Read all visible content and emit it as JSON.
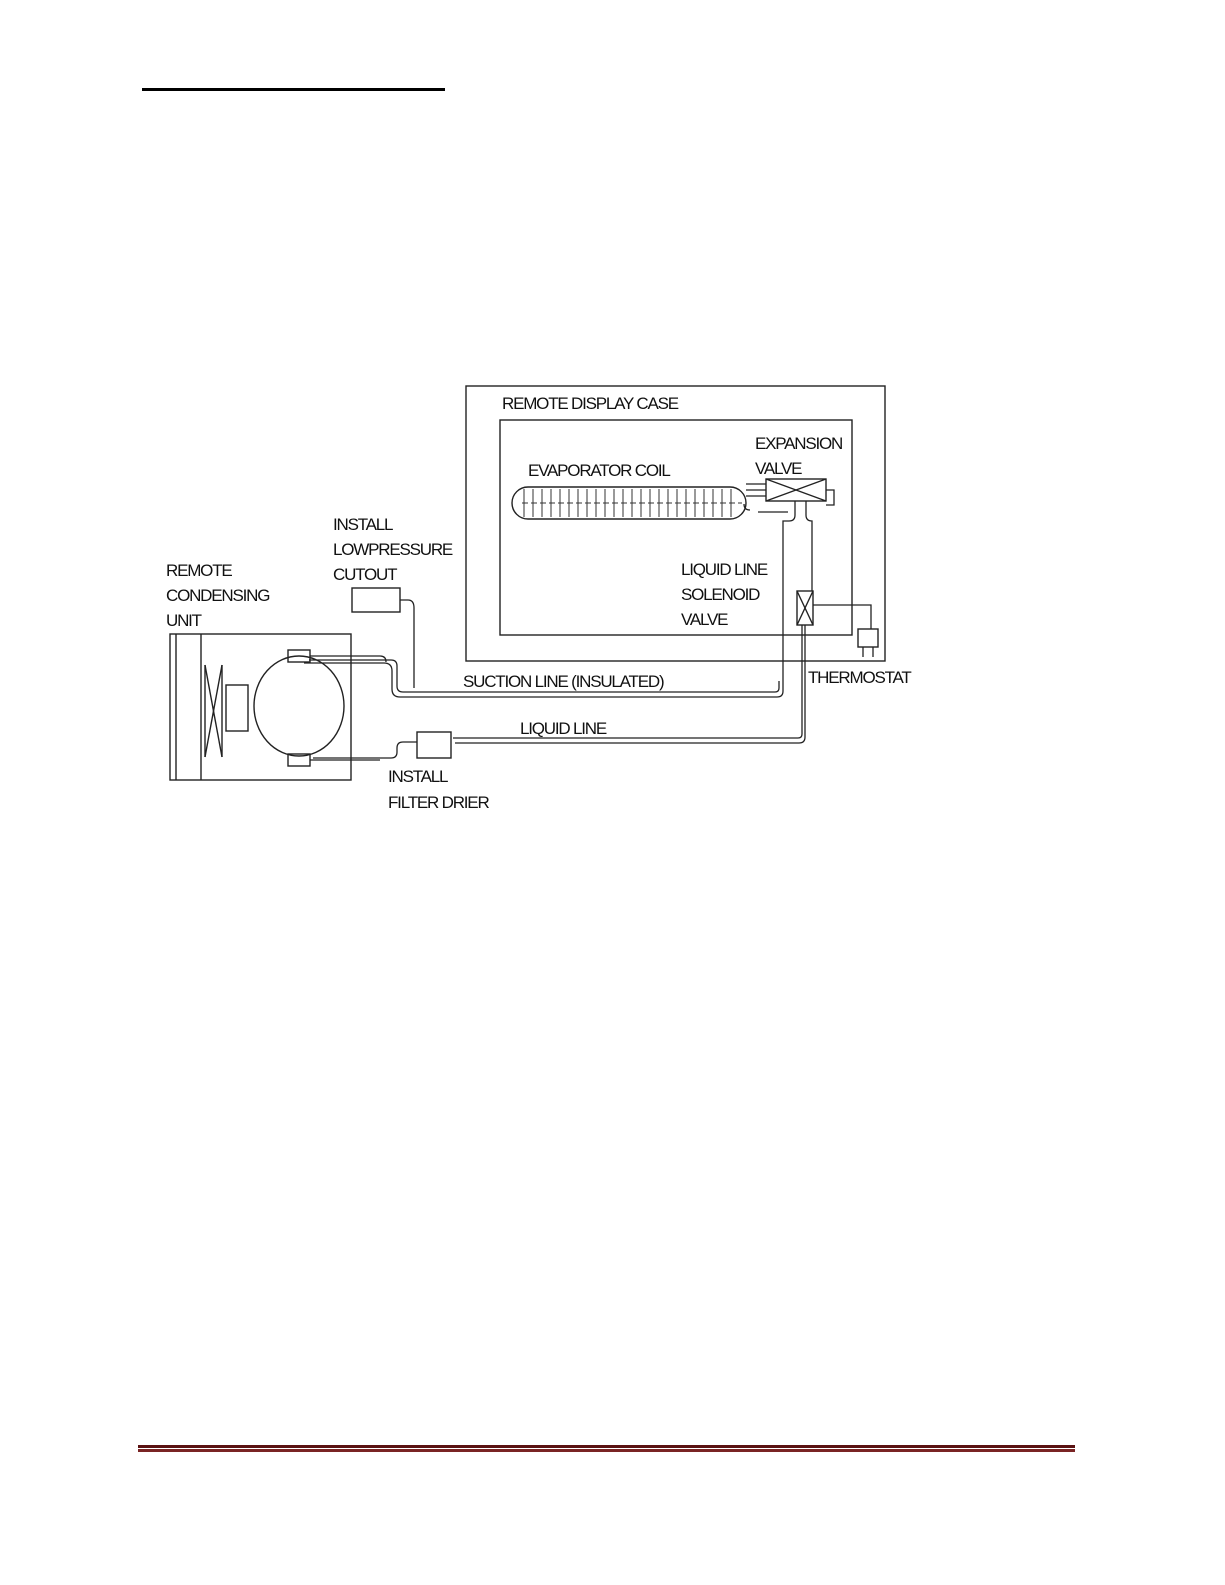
{
  "labels": {
    "remote_display_case": "REMOTE DISPLAY CASE",
    "evaporator_coil": "EVAPORATOR COIL",
    "expansion_valve": [
      "EXPANSION",
      "VALVE"
    ],
    "install_low_pressure_cutout": [
      "INSTALL",
      "LOWPRESSURE",
      "CUTOUT"
    ],
    "remote_condensing_unit": [
      "REMOTE",
      "CONDENSING",
      "UNIT"
    ],
    "liquid_line_solenoid_valve": [
      "LIQUID LINE",
      "SOLENOID",
      "VALVE"
    ],
    "thermostat": "THERMOSTAT",
    "suction_line": "SUCTION LINE (INSULATED)",
    "liquid_line": "LIQUID LINE",
    "install_filter_drier": [
      "INSTALL",
      "FILTER DRIER"
    ]
  },
  "colors": {
    "footer_rule": "#6a1c1c",
    "line": "#222222"
  }
}
